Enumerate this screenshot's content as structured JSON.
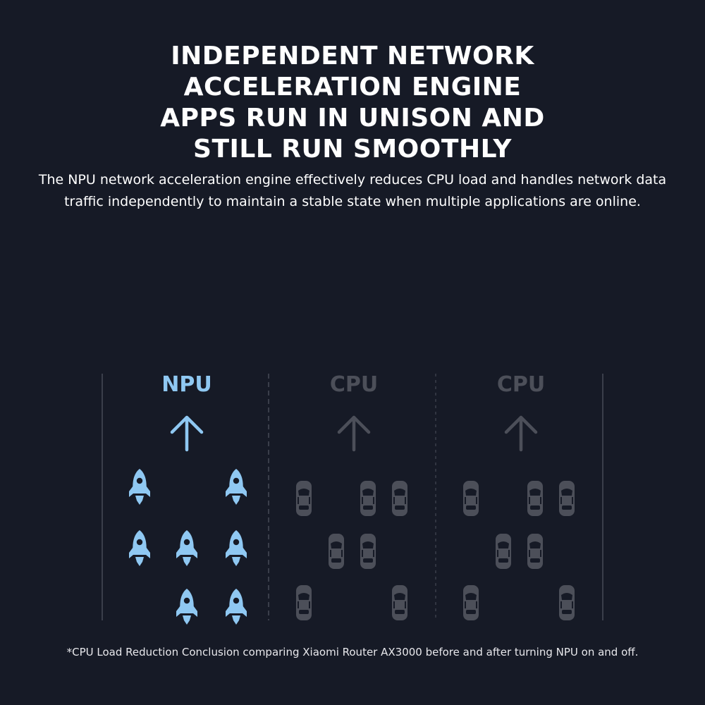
{
  "headline": {
    "line1": "INDEPENDENT NETWORK",
    "line2": "ACCELERATION ENGINE",
    "line3": "APPS RUN IN UNISON AND",
    "line4": "STILL RUN SMOOTHLY"
  },
  "subtitle": "The NPU network acceleration engine effectively reduces CPU load and handles network data traffic independently to maintain a stable state when multiple applications are online.",
  "lanes": [
    {
      "label": "NPU",
      "icon": "rocket-icon",
      "color": "#8fc8f2"
    },
    {
      "label": "CPU",
      "icon": "car-icon",
      "color": "#4c4f59"
    },
    {
      "label": "CPU",
      "icon": "car-icon",
      "color": "#4c4f59"
    }
  ],
  "colors": {
    "background": "#161a26",
    "npu_accent": "#8fc8f2",
    "cpu_muted": "#4c4f59",
    "divider": "#3a3e4a"
  },
  "footnote": "*CPU Load Reduction Conclusion comparing Xiaomi Router AX3000 before and after turning NPU on and off."
}
